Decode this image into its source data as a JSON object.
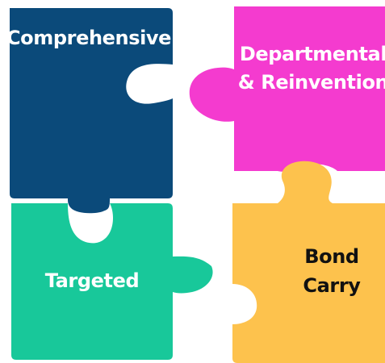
{
  "puzzle": {
    "pieces": {
      "comprehensive": {
        "label": "Comprehensive",
        "color": "#0b4a7a",
        "text_color": "#ffffff"
      },
      "departmental": {
        "label_line1": "Departmental",
        "label_line2": "& Reinvention",
        "color": "#f43bcf",
        "text_color": "#ffffff"
      },
      "targeted": {
        "label": "Targeted",
        "color": "#18c89a",
        "text_color": "#ffffff"
      },
      "bond_carry": {
        "label_line1": "Bond",
        "label_line2": "Carry",
        "color": "#fdc24d",
        "text_color": "#111111"
      }
    }
  }
}
